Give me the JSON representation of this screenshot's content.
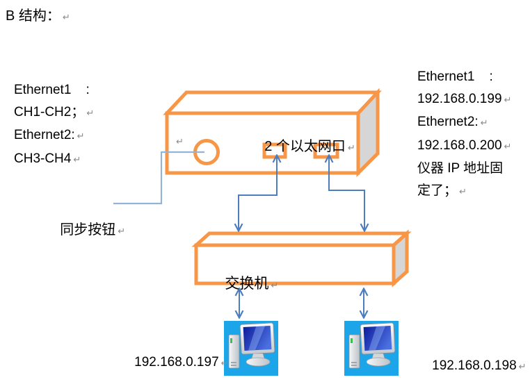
{
  "document": {
    "title": "B 结构："
  },
  "marks": {
    "paragraph": "↵"
  },
  "left_note": {
    "line1": "Ethernet1    :",
    "line2": "CH1-CH2；",
    "line3": "Ethernet2:",
    "line4": "CH3-CH4"
  },
  "right_note": {
    "line1": "Ethernet1    :",
    "line2": "192.168.0.199",
    "line3": "Ethernet2:",
    "line4": "192.168.0.200",
    "line5": "仪器 IP 地址固",
    "line6": "定了；"
  },
  "instrument": {
    "ethernet_ports_label": "2 个以太网口",
    "sync_button_label": "同步按钮"
  },
  "network_switch": {
    "label": "交换机"
  },
  "computers": {
    "left_ip": "192.168.0.197",
    "right_ip": "192.168.0.198"
  },
  "icons": {
    "computer_icon": "computer-icon",
    "sync_button_icon": "circle-button",
    "ethernet_port_icon": "port-rectangle"
  },
  "colors": {
    "shape_outline_orange": "#F79646",
    "arrow_blue": "#4E7DBE",
    "connector_light_blue": "#95B3D7",
    "box_side_gray": "#D6D6D6",
    "computer_icon_background": "#1CA6E9",
    "text_black": "#000000",
    "paragraph_mark_gray": "#8A8A8A"
  }
}
